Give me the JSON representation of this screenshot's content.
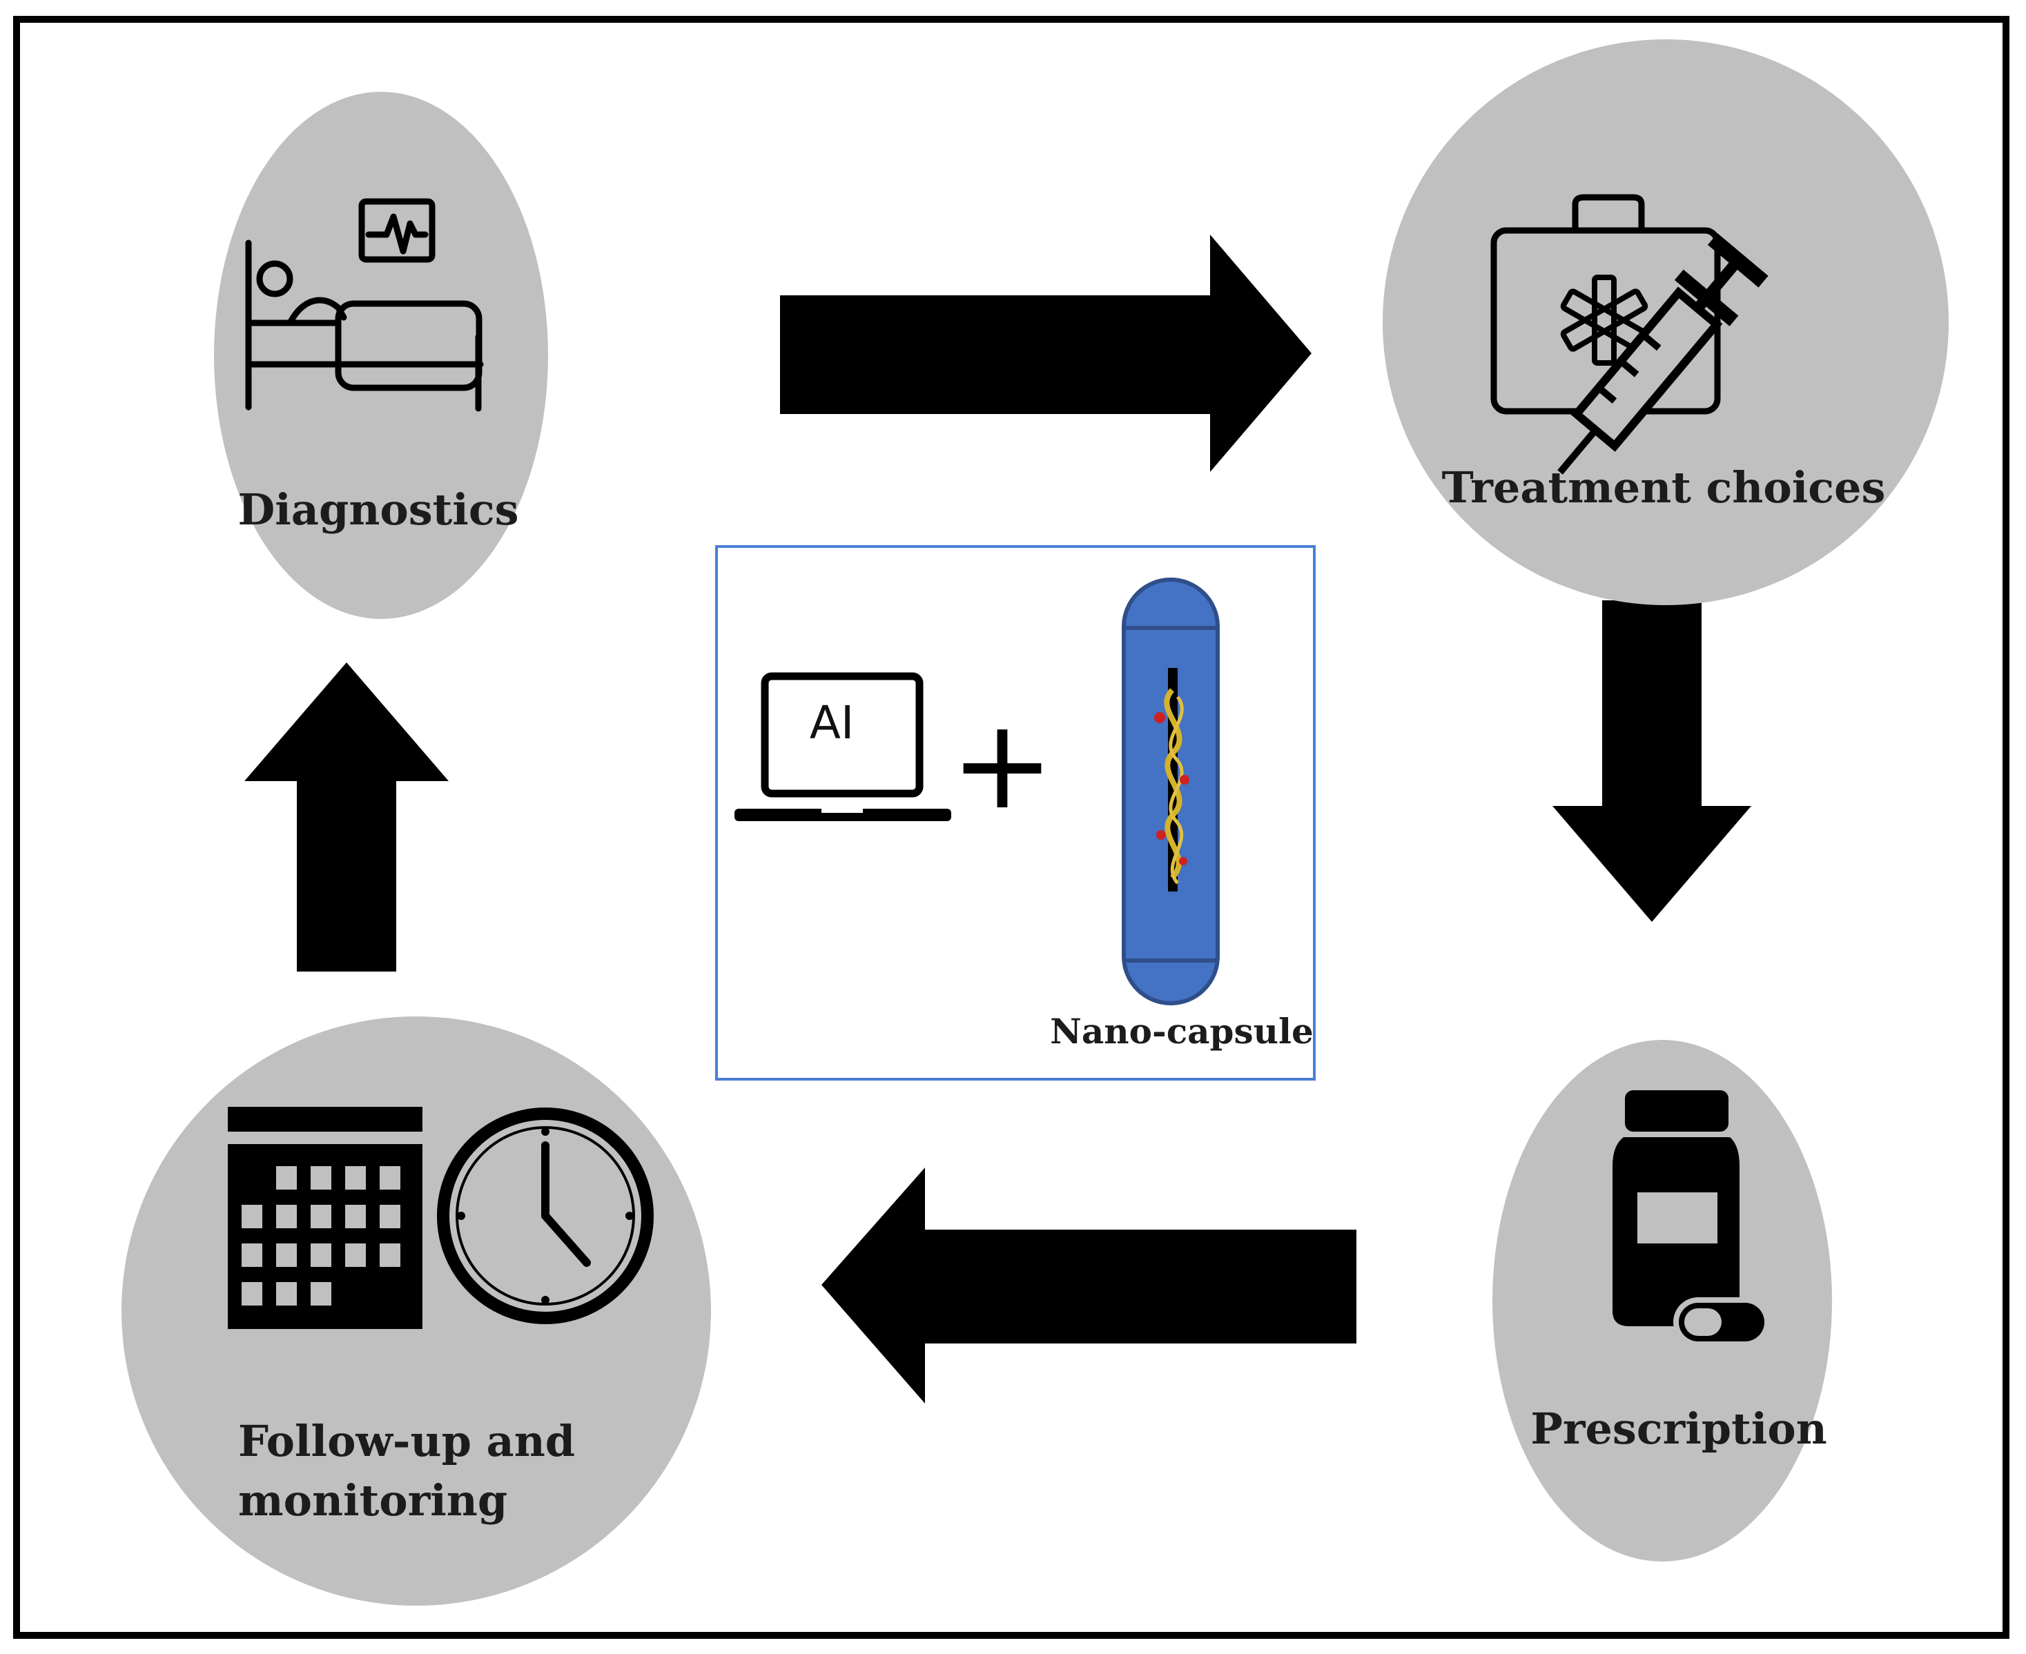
{
  "nodes": {
    "diagnostics": {
      "label": "Diagnostics",
      "icon": "patient-bed-monitor-icon"
    },
    "treatment": {
      "label": "Treatment choices",
      "icon": "medical-kit-syringe-icon"
    },
    "prescription": {
      "label": "Prescription",
      "icon": "pill-bottle-icon"
    },
    "followup": {
      "label_line1": "Follow-up and",
      "label_line2": "monitoring",
      "icon": "calendar-clock-icon"
    }
  },
  "center": {
    "laptop_text": "AI",
    "plus": "+",
    "capsule_label": "Nano-capsule",
    "icon": "nano-capsule-icon"
  },
  "colors": {
    "node_fill": "#c0c0c0",
    "arrow": "#000000",
    "center_border": "#4a7fd4",
    "capsule_fill": "#4472c4",
    "frame": "#000000"
  }
}
